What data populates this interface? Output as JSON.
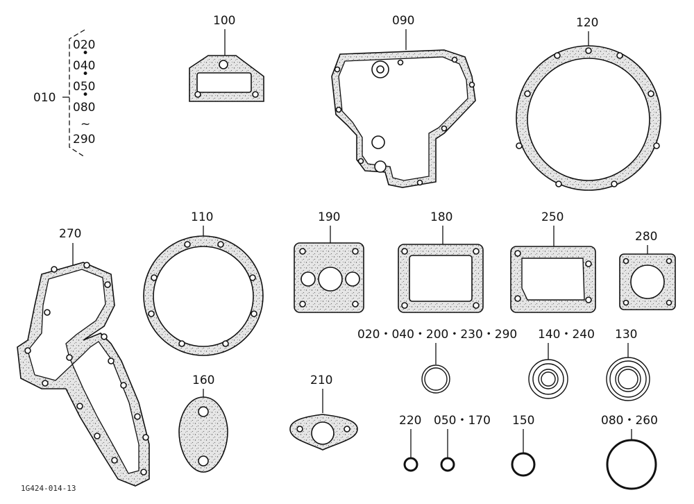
{
  "diagram_id": "1G424-014-13",
  "parts": {
    "p100": "100",
    "p090": "090",
    "p120": "120",
    "p270": "270",
    "p110": "110",
    "p190": "190",
    "p180": "180",
    "p250": "250",
    "p280": "280",
    "p160": "160",
    "p210": "210",
    "seal_a": "020・040・200・230・290",
    "seal_b": "140・240",
    "seal_c": "130",
    "o220": "220",
    "o050": "050・170",
    "o150": "150",
    "o080": "080・260"
  },
  "kit": {
    "main": "010",
    "items": [
      "020",
      "040",
      "050",
      "080",
      "290"
    ],
    "dots": [
      "•",
      "•",
      "•"
    ],
    "tilde": "~"
  }
}
